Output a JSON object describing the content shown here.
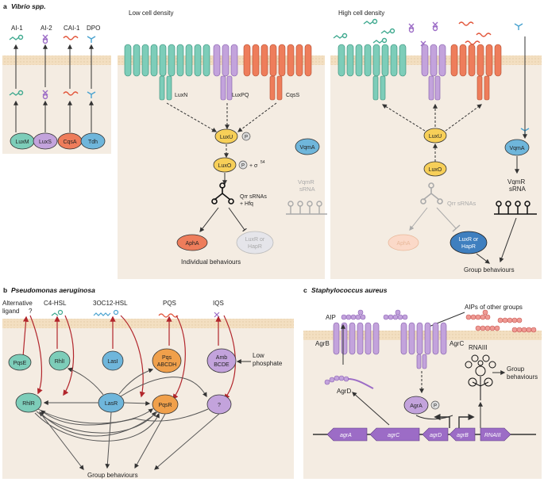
{
  "panel_a": {
    "letter": "a",
    "organism": "Vibrio spp.",
    "low_title": "Low cell density",
    "high_title": "High cell density",
    "ai_labels": [
      "AI-1",
      "AI-2",
      "CAI-1",
      "DPO"
    ],
    "synthases": [
      "LuxM",
      "LuxS",
      "CqsA",
      "Tdh"
    ],
    "receptors": [
      "LuxN",
      "LuxPQ",
      "CqsS"
    ],
    "luxu": "LuxU",
    "luxo": "LuxO",
    "phospho": "P",
    "sigma": "+ σ",
    "sigma_sup": "54",
    "vqma": "VqmA",
    "vqmr_line1": "VqmR",
    "vqmr_line2": "sRNA",
    "qrr_line1": "Qrr sRNAs",
    "qrr_line2": "+ Hfq",
    "qrr_high": "Qrr sRNAs",
    "apha": "AphA",
    "luxr_line1": "LuxR or",
    "luxr_line2": "HapR",
    "individual": "Individual behaviours",
    "group": "Group behaviours"
  },
  "panel_b": {
    "letter": "b",
    "organism": "Pseudomonas aeruginosa",
    "alt_line1": "Alternative",
    "alt_line2": "ligand",
    "q": "?",
    "signals": [
      "C4-HSL",
      "3OC12-HSL",
      "PQS",
      "IQS"
    ],
    "pqse": "PqsE",
    "rhli": "RhlI",
    "lasi": "LasI",
    "pqs_line1": "Pqs",
    "pqs_line2": "ABCDH",
    "amb_line1": "Amb",
    "amb_line2": "BCDE",
    "low_line1": "Low",
    "low_line2": "phosphate",
    "rhlr": "RhlR",
    "lasr": "LasR",
    "pqsr": "PqsR",
    "q2": "?",
    "group": "Group behaviours"
  },
  "panel_c": {
    "letter": "c",
    "organism": "Staphylococcus aureus",
    "aip": "AIP",
    "aips_other": "AIPs of other groups",
    "agrb": "AgrB",
    "agrc": "AgrC",
    "agrd": "AgrD",
    "agra": "AgrA",
    "phospho": "P",
    "rnaiii": "RNAIII",
    "group_line1": "Group",
    "group_line2": "behaviours",
    "genes": [
      "agrA",
      "agrC",
      "agrD",
      "agrB"
    ],
    "rnaiii_gene": "RNAIII"
  },
  "colors": {
    "teal": "#7dcdb9",
    "purple": "#c3a3dc",
    "orange": "#ee7d5b",
    "blue": "#6fb6db",
    "yellow": "#f7cf58",
    "red": "#b2262c",
    "membrane": "#f3dfc1"
  }
}
